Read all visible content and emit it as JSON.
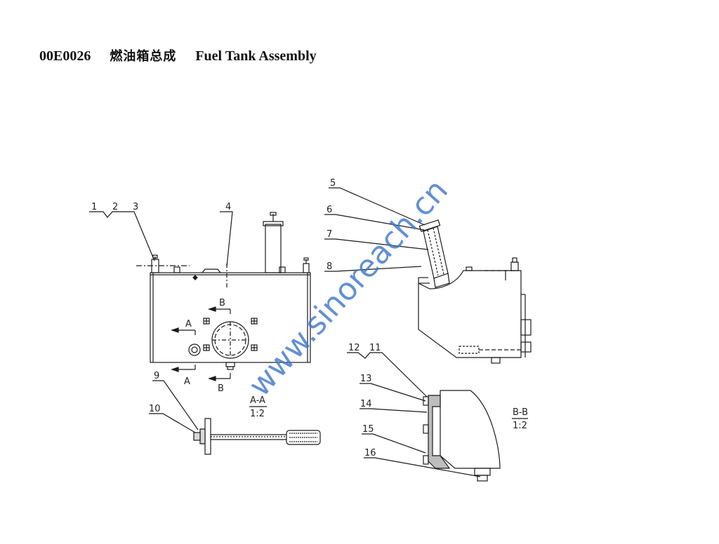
{
  "header": {
    "code": "00E0026",
    "title_cn": "燃油箱总成",
    "title_en": "Fuel Tank Assembly"
  },
  "callouts": [
    "1",
    "2",
    "3",
    "4",
    "5",
    "6",
    "7",
    "8",
    "9",
    "10",
    "11",
    "12",
    "13",
    "14",
    "15",
    "16"
  ],
  "section_markers": {
    "a_top": "A",
    "a_bottom": "A",
    "b_top": "B",
    "b_bottom": "B"
  },
  "section_views": {
    "aa_name": "A-A",
    "aa_scale": "1:2",
    "bb_name": "B-B",
    "bb_scale": "1:2"
  },
  "watermark": "www.sinoreach.cn",
  "colors": {
    "line": "#1a1a1a",
    "watermark": "#3f78c8"
  }
}
